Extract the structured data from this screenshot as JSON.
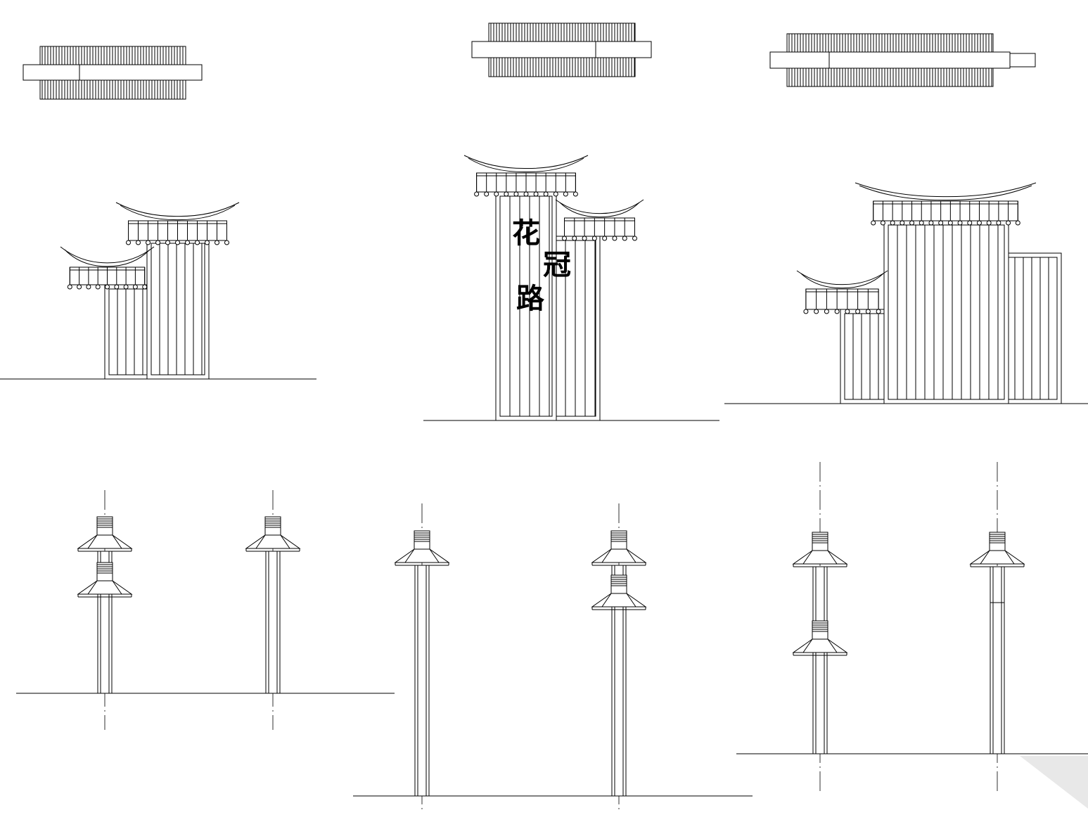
{
  "inscription": {
    "char1": "花",
    "char2": "冠",
    "char3": "路"
  },
  "views": [
    {
      "kind": "plan",
      "count": 3
    },
    {
      "kind": "elevation",
      "count": 3
    },
    {
      "kind": "section",
      "count": 3
    }
  ],
  "colors": {
    "line": "#000000",
    "background": "#ffffff"
  }
}
